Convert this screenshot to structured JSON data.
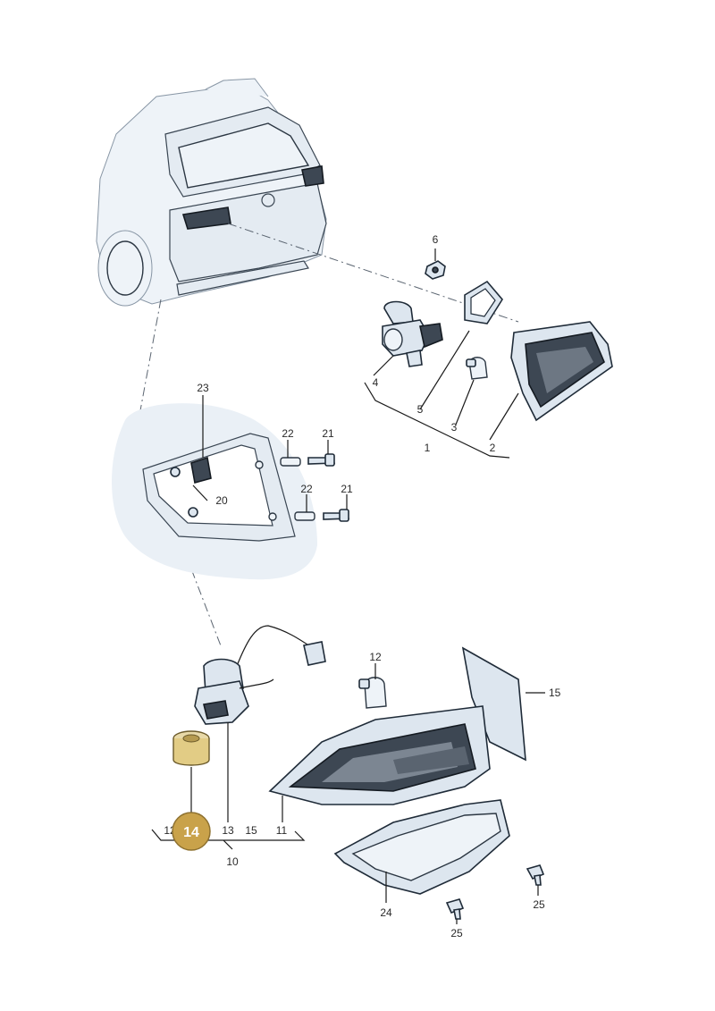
{
  "callouts": {
    "c1": "1",
    "c2": "2",
    "c3": "3",
    "c4": "4",
    "c5": "5",
    "c6": "6",
    "c10": "10",
    "c11": "11",
    "c12a": "12",
    "c12b": "12",
    "c13": "13",
    "c14": "14",
    "c15a": "15",
    "c15b": "15",
    "c20": "20",
    "c21a": "21",
    "c21b": "21",
    "c22a": "22",
    "c22b": "22",
    "c23": "23",
    "c24": "24",
    "c25a": "25",
    "c25b": "25"
  },
  "highlight": {
    "part": "14",
    "color": "#c9a24a"
  }
}
